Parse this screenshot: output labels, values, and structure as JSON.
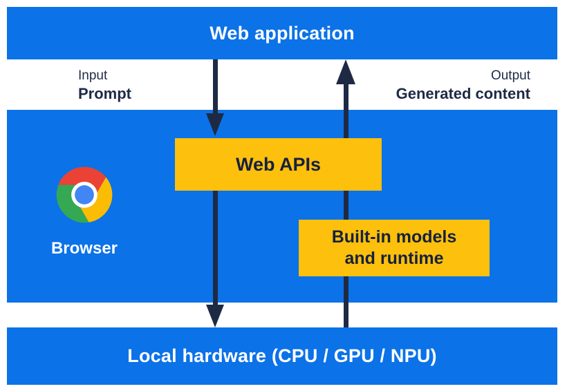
{
  "diagram": {
    "web_application_label": "Web application",
    "browser_label": "Browser",
    "local_hardware_label": "Local hardware (CPU / GPU / NPU)",
    "web_apis_label": "Web APIs",
    "builtin_models": {
      "line1": "Built-in models",
      "line2": "and runtime"
    },
    "input": {
      "label": "Input",
      "value": "Prompt"
    },
    "output": {
      "label": "Output",
      "value": "Generated content"
    }
  },
  "icons": {
    "chrome_logo": "chrome-logo-icon",
    "down_arrow": "arrow-down-icon",
    "up_arrow": "arrow-up-icon"
  },
  "colors": {
    "layer_blue": "#0b72e8",
    "box_yellow": "#fdc00d",
    "text_navy": "#1e2a44",
    "text_white": "#ffffff",
    "chrome_red": "#ea4335",
    "chrome_yellow": "#fbbc04",
    "chrome_green": "#34a853",
    "chrome_blue": "#4285f4"
  }
}
